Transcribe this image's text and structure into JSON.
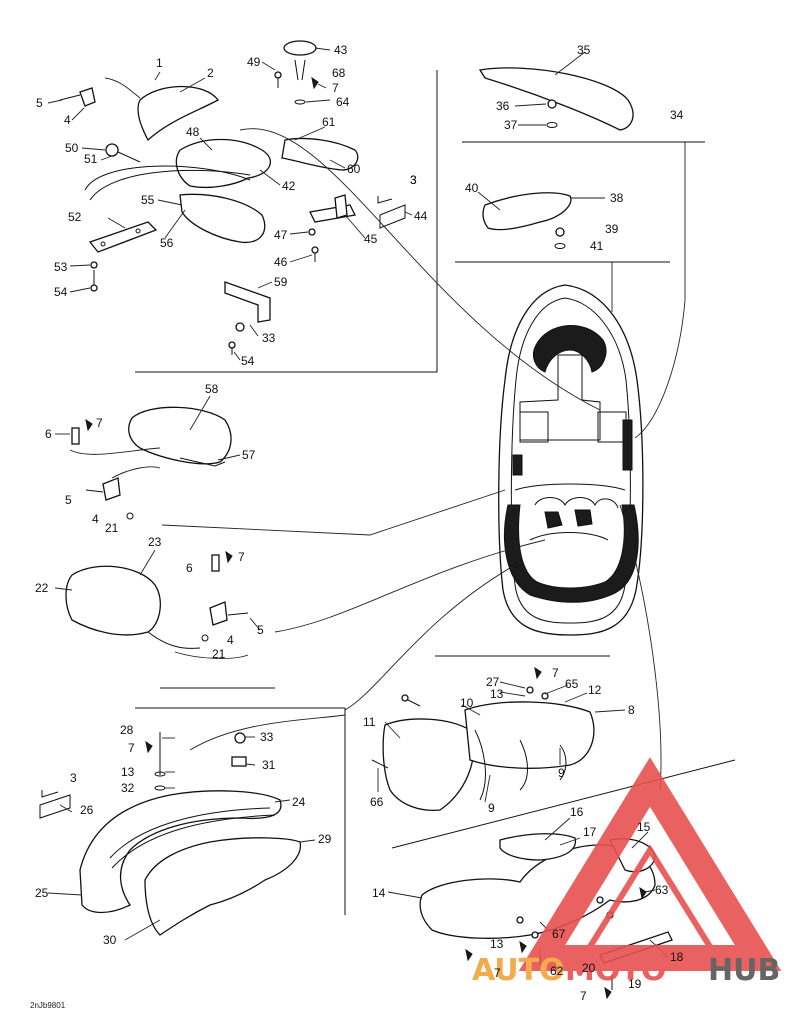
{
  "diagram_code": "2nJb9801",
  "watermark": {
    "part1": "AUTO",
    "part2": "MOTO",
    "part3": "HUB",
    "color_orange": "#f2a33a",
    "color_red": "#e85050",
    "color_grey": "#555555"
  },
  "labels": [
    {
      "id": "l1",
      "text": "1"
    },
    {
      "id": "l2",
      "text": "2"
    },
    {
      "id": "l3",
      "text": "3"
    },
    {
      "id": "l4",
      "text": "4"
    },
    {
      "id": "l5",
      "text": "5"
    },
    {
      "id": "l7a",
      "text": "7"
    },
    {
      "id": "l43",
      "text": "43"
    },
    {
      "id": "l49",
      "text": "49"
    },
    {
      "id": "l68",
      "text": "68"
    },
    {
      "id": "l64a",
      "text": "64"
    },
    {
      "id": "l48",
      "text": "48"
    },
    {
      "id": "l61",
      "text": "61"
    },
    {
      "id": "l50",
      "text": "50"
    },
    {
      "id": "l51",
      "text": "51"
    },
    {
      "id": "l60",
      "text": "60"
    },
    {
      "id": "l42",
      "text": "42"
    },
    {
      "id": "l3b",
      "text": "3"
    },
    {
      "id": "l55",
      "text": "55"
    },
    {
      "id": "l52",
      "text": "52"
    },
    {
      "id": "l44",
      "text": "44"
    },
    {
      "id": "l45",
      "text": "45"
    },
    {
      "id": "l47",
      "text": "47"
    },
    {
      "id": "l56",
      "text": "56"
    },
    {
      "id": "l46",
      "text": "46"
    },
    {
      "id": "l53",
      "text": "53"
    },
    {
      "id": "l54a",
      "text": "54"
    },
    {
      "id": "l59",
      "text": "59"
    },
    {
      "id": "l33a",
      "text": "33"
    },
    {
      "id": "l54b",
      "text": "54"
    },
    {
      "id": "l35",
      "text": "35"
    },
    {
      "id": "l36",
      "text": "36"
    },
    {
      "id": "l37",
      "text": "37"
    },
    {
      "id": "l34",
      "text": "34"
    },
    {
      "id": "l40",
      "text": "40"
    },
    {
      "id": "l38",
      "text": "38"
    },
    {
      "id": "l39",
      "text": "39"
    },
    {
      "id": "l41",
      "text": "41"
    },
    {
      "id": "l58",
      "text": "58"
    },
    {
      "id": "l6a",
      "text": "6"
    },
    {
      "id": "l7b",
      "text": "7"
    },
    {
      "id": "l57",
      "text": "57"
    },
    {
      "id": "l5b",
      "text": "5"
    },
    {
      "id": "l4b",
      "text": "4"
    },
    {
      "id": "l21a",
      "text": "21"
    },
    {
      "id": "l23",
      "text": "23"
    },
    {
      "id": "l6b",
      "text": "6"
    },
    {
      "id": "l7c",
      "text": "7"
    },
    {
      "id": "l22",
      "text": "22"
    },
    {
      "id": "l5c",
      "text": "5"
    },
    {
      "id": "l4c",
      "text": "4"
    },
    {
      "id": "l21b",
      "text": "21"
    },
    {
      "id": "l27",
      "text": "27"
    },
    {
      "id": "l7d",
      "text": "7"
    },
    {
      "id": "l13a",
      "text": "13"
    },
    {
      "id": "l65",
      "text": "65"
    },
    {
      "id": "l12",
      "text": "12"
    },
    {
      "id": "l10",
      "text": "10"
    },
    {
      "id": "l8",
      "text": "8"
    },
    {
      "id": "l11",
      "text": "11"
    },
    {
      "id": "l9a",
      "text": "9"
    },
    {
      "id": "l9b",
      "text": "9"
    },
    {
      "id": "l66",
      "text": "66"
    },
    {
      "id": "l28",
      "text": "28"
    },
    {
      "id": "l33b",
      "text": "33"
    },
    {
      "id": "l7e",
      "text": "7"
    },
    {
      "id": "l31",
      "text": "31"
    },
    {
      "id": "l13b",
      "text": "13"
    },
    {
      "id": "l32",
      "text": "32"
    },
    {
      "id": "l3c",
      "text": "3"
    },
    {
      "id": "l24",
      "text": "24"
    },
    {
      "id": "l26",
      "text": "26"
    },
    {
      "id": "l29",
      "text": "29"
    },
    {
      "id": "l25",
      "text": "25"
    },
    {
      "id": "l30",
      "text": "30"
    },
    {
      "id": "l16",
      "text": "16"
    },
    {
      "id": "l17",
      "text": "17"
    },
    {
      "id": "l15",
      "text": "15"
    },
    {
      "id": "l14",
      "text": "14"
    },
    {
      "id": "l63",
      "text": "63"
    },
    {
      "id": "l67",
      "text": "67"
    },
    {
      "id": "l13c",
      "text": "13"
    },
    {
      "id": "l18",
      "text": "18"
    },
    {
      "id": "l7f",
      "text": "7"
    },
    {
      "id": "l62",
      "text": "62"
    },
    {
      "id": "l20",
      "text": "20"
    },
    {
      "id": "l19",
      "text": "19"
    },
    {
      "id": "l7g",
      "text": "7"
    }
  ]
}
